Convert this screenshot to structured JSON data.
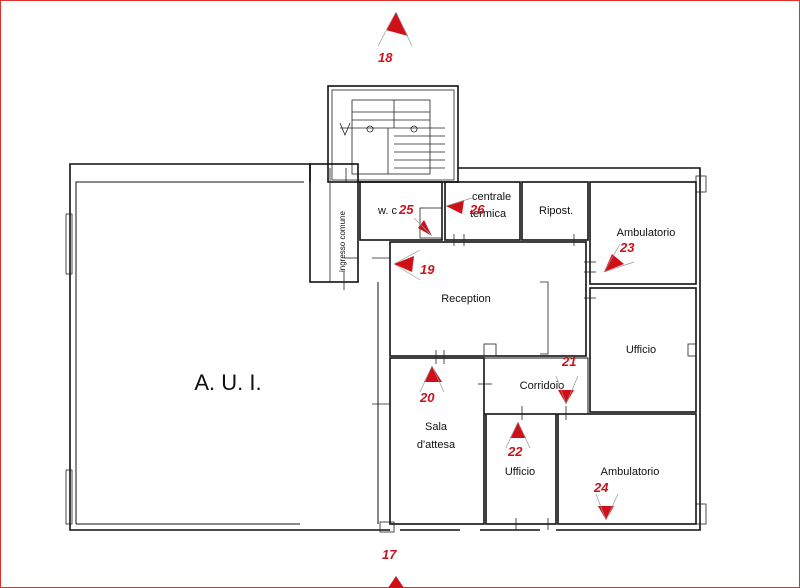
{
  "plan": {
    "rooms": {
      "aui": "A. U. I.",
      "wc": "w. c",
      "centrale": "centrale\ntermica",
      "centrale_line1": "centrale",
      "centrale_line2": "termica",
      "ripost": "Ripost.",
      "ambulatorio_top": "Ambulatorio",
      "reception": "Reception",
      "ufficio_right": "Ufficio",
      "corridoio": "Corridoio",
      "sala_line1": "Sala",
      "sala_line2": "d'attesa",
      "ufficio_bottom": "Ufficio",
      "ambulatorio_bottom": "Ambulatorio",
      "ingresso": "ingresso comune"
    },
    "viewpoints": [
      "17",
      "18",
      "19",
      "20",
      "21",
      "22",
      "23",
      "24",
      "25",
      "26"
    ],
    "colors": {
      "border": "#e03030",
      "marker": "#d01018",
      "number": "#c8141e",
      "wall": "#111111"
    }
  }
}
